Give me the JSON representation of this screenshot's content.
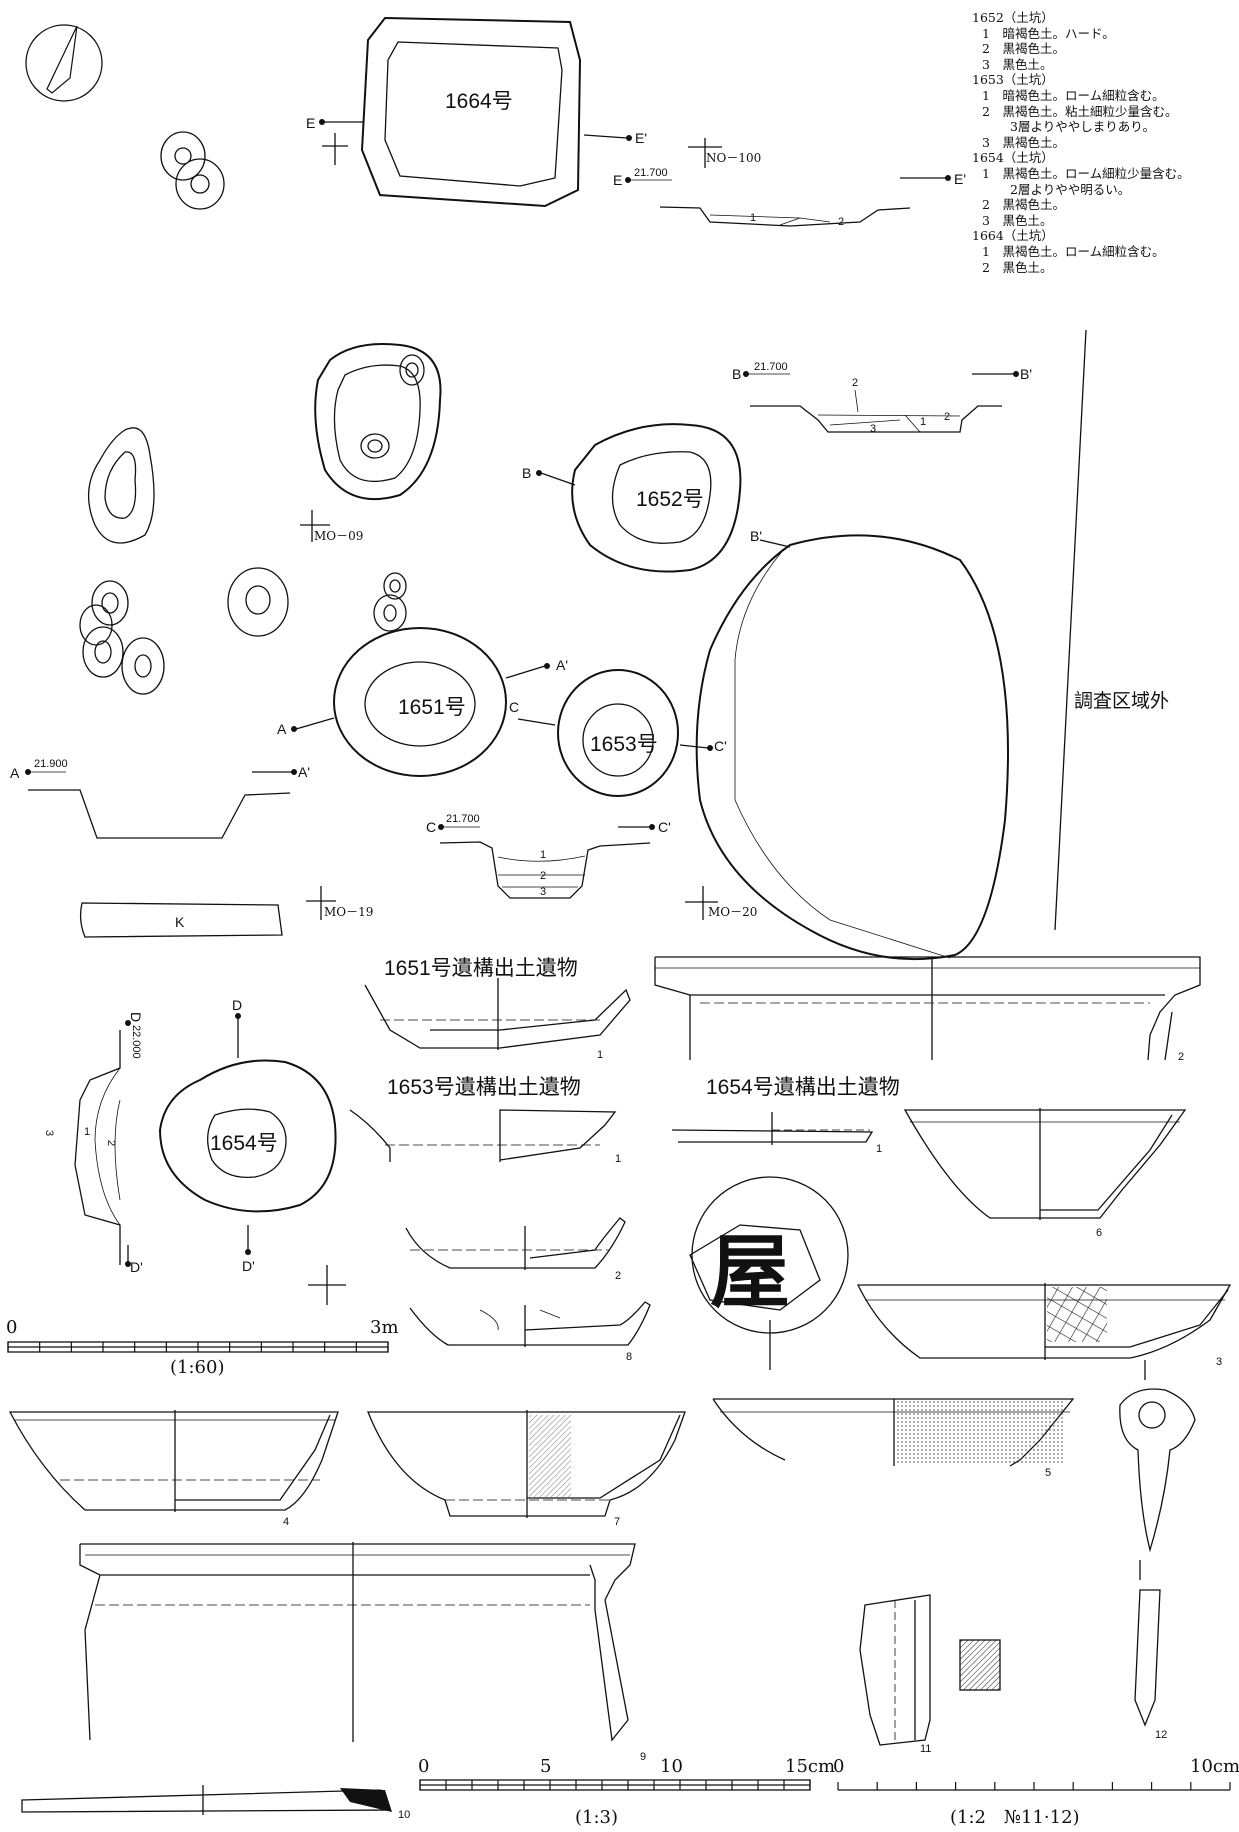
{
  "legend": [
    {
      "head": "1652（土坑）",
      "layers": [
        "1　暗褐色土。ハード。",
        "2　黒褐色土。",
        "3　黒色土。"
      ]
    },
    {
      "head": "1653（土坑）",
      "layers": [
        "1　暗褐色土。ローム細粒含む。",
        "2　黒褐色土。粘土細粒少量含む。",
        "3層よりややしまりあり。",
        "3　黒褐色土。"
      ]
    },
    {
      "head": "1654（土坑）",
      "layers": [
        "1　黒褐色土。ローム細粒少量含む。",
        "2層よりやや明るい。",
        "2　黒褐色土。",
        "3　黒色土。"
      ]
    },
    {
      "head": "1664（土坑）",
      "layers": [
        "1　黒褐色土。ローム細粒含む。",
        "2　黒色土。"
      ]
    }
  ],
  "outside_area": "調査区域外",
  "pits": {
    "p1664": "1664号",
    "p1652": "1652号",
    "p1651": "1651号",
    "p1653": "1653号",
    "p1654": "1654号"
  },
  "grid_points": {
    "g1": "NO－100",
    "g2": "MO－09",
    "g3": "MO－19",
    "g4": "MO－20"
  },
  "section_points": {
    "E": "E",
    "Ep": "E'",
    "B": "B",
    "Bp": "B'",
    "A": "A",
    "Ap": "A'",
    "C": "C",
    "Cp": "C'",
    "D": "D",
    "Dp": "D'",
    "K": "K"
  },
  "elevations": {
    "E": "21.700",
    "B": "21.700",
    "A": "21.900",
    "C": "21.700",
    "D": "22.000"
  },
  "layer_nums": {
    "one": "1",
    "two": "2",
    "three": "3"
  },
  "artifact_titles": {
    "t1651": "1651号遺構出土遺物",
    "t1653": "1653号遺構出土遺物",
    "t1654": "1654号遺構出土遺物"
  },
  "artifact_nums": {
    "n1": "1",
    "n2": "2",
    "n3": "3",
    "n4": "4",
    "n5": "5",
    "n6": "6",
    "n7": "7",
    "n8": "8",
    "n9": "9",
    "n10": "10",
    "n11": "11",
    "n12": "12"
  },
  "scales": {
    "s60_start": "0",
    "s60_end": "3m",
    "s60_ratio": "(1:60)",
    "s3_0": "0",
    "s3_5": "5",
    "s3_10": "10",
    "s3_15": "15cm",
    "s3_ratio": "(1:3)",
    "s2_0": "0",
    "s2_10": "10cm",
    "s2_ratio": "(1:2　№11·12)"
  },
  "ink_char": "屋"
}
